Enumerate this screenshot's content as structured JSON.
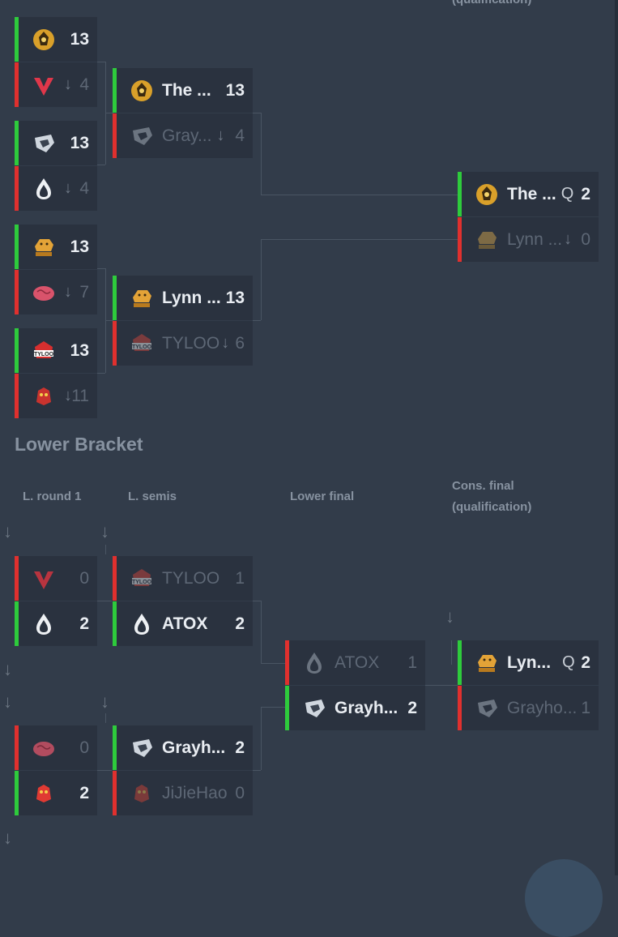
{
  "headers": {
    "top_partial": "(qualification)",
    "lower_bracket": "Lower Bracket",
    "l_round1": "L. round 1",
    "l_semis": "L. semis",
    "lower_final": "Lower final",
    "cons_final_1": "Cons. final",
    "cons_final_2": "(qualification)"
  },
  "colors": {
    "win": "#2ecb3c",
    "lose": "#e0302e",
    "background": "#323c4a"
  },
  "upper": {
    "r1": [
      {
        "team1": {
          "logo": "mongolz-icon",
          "name": "",
          "score": "13"
        },
        "team2": {
          "logo": "red-v-icon",
          "name": "",
          "score": "4",
          "indicator": "↓"
        }
      },
      {
        "team1": {
          "logo": "grayhound-icon",
          "name": "",
          "score": "13"
        },
        "team2": {
          "logo": "atox-flame-icon",
          "name": "",
          "score": "4",
          "indicator": "↓"
        }
      },
      {
        "team1": {
          "logo": "lynn-vision-icon",
          "name": "",
          "score": "13"
        },
        "team2": {
          "logo": "brain-icon",
          "name": "",
          "score": "7",
          "indicator": "↓"
        }
      },
      {
        "team1": {
          "logo": "tyloo-icon",
          "name": "",
          "score": "13"
        },
        "team2": {
          "logo": "jijiehao-icon",
          "name": "",
          "score": "11",
          "indicator": "↓"
        }
      }
    ],
    "r2": [
      {
        "team1": {
          "logo": "mongolz-icon",
          "name": "The ...",
          "score": "13"
        },
        "team2": {
          "logo": "grayhound-icon",
          "name": "Gray...",
          "score": "4",
          "indicator": "↓"
        }
      },
      {
        "team1": {
          "logo": "lynn-vision-icon",
          "name": "Lynn ...",
          "score": "13"
        },
        "team2": {
          "logo": "tyloo-icon",
          "name": "TYLOO",
          "score": "6",
          "indicator": "↓"
        }
      }
    ],
    "final": {
      "team1": {
        "logo": "mongolz-icon",
        "name": "The ...",
        "q": "Q",
        "score": "2"
      },
      "team2": {
        "logo": "lynn-vision-icon",
        "name": "Lynn ...",
        "score": "0",
        "indicator": "↓"
      }
    }
  },
  "lower": {
    "r1": [
      {
        "team1": {
          "logo": "red-v-icon",
          "name": "",
          "score": "0"
        },
        "team2": {
          "logo": "atox-flame-icon",
          "name": "",
          "score": "2"
        }
      },
      {
        "team1": {
          "logo": "brain-icon",
          "name": "",
          "score": "0"
        },
        "team2": {
          "logo": "jijiehao-icon",
          "name": "",
          "score": "2"
        }
      }
    ],
    "semis": [
      {
        "team1": {
          "logo": "tyloo-icon",
          "name": "TYLOO",
          "score": "1"
        },
        "team2": {
          "logo": "atox-flame-icon",
          "name": "ATOX",
          "score": "2"
        }
      },
      {
        "team1": {
          "logo": "grayhound-icon",
          "name": "Grayh...",
          "score": "2"
        },
        "team2": {
          "logo": "jijiehao-icon",
          "name": "JiJieHao",
          "score": "0"
        }
      }
    ],
    "final": {
      "team1": {
        "logo": "atox-flame-icon",
        "name": "ATOX",
        "score": "1"
      },
      "team2": {
        "logo": "grayhound-icon",
        "name": "Grayh...",
        "score": "2"
      }
    },
    "cons_final": {
      "team1": {
        "logo": "lynn-vision-icon",
        "name": "Lyn...",
        "q": "Q",
        "score": "2"
      },
      "team2": {
        "logo": "grayhound-icon",
        "name": "Grayho...",
        "score": "1"
      }
    }
  }
}
